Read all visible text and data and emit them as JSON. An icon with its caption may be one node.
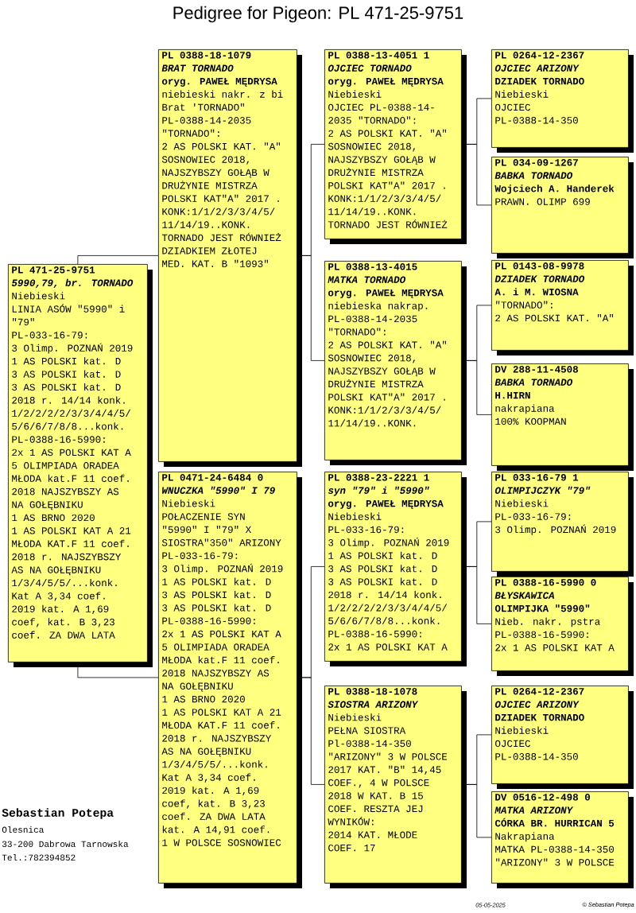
{
  "diagram": {
    "title": "Pedigree for Pigeon: PL 471-25-9751",
    "nodes": [
      {
        "text": [
          "PL 471-25-9751",
          "5990,79, br. TORNADO",
          "Niebieski",
          "LINIA ASÓW \"5990\" i",
          "\"79\"",
          "PL-033-16-79:",
          "3 Olimp. POZNAŃ 2019",
          "1 AS POLSKI kat. D",
          "3 AS POLSKI kat. D",
          "3 AS POLSKI kat. D",
          "2018 r. 14/14 konk.",
          "1/2/2/2/2/3/3/4/4/5/",
          "5/6/6/7/8/8...konk.",
          "PL-0388-16-5990:",
          "2x 1 AS POLSKI KAT A",
          "5 OLIMPIADA ORADEA",
          "MŁODA kat.F 11 coef.",
          "2018 NAJSZYBSZY AS",
          "NA GOŁĘBNIKU",
          "1 AS BRNO 2020",
          "1 AS POLSKI KAT A 21",
          "MŁODA KAT.F 11 coef.",
          "2018 r. NAJSZYBSZY",
          "AS NA GOŁĘBNIKU",
          "1/3/4/5/5/...konk.",
          "Kat A 3,34 coef.",
          "2019 kat. A 1,69",
          "coef, kat. B 3,23",
          "coef. ZA DWA LATA"
        ]
      },
      {
        "text": [
          "PL 0388-18-1079",
          "BRAT TORNADO",
          "**oryg. PAWEŁ MĘDRYSA**",
          "niebieski nakr. z bi",
          "Brat 'TORNADO\"",
          "PL-0388-14-2035",
          "\"TORNADO\":",
          "2 AS POLSKI KAT. \"A\"",
          "SOSNOWIEC 2018,",
          "NAJSZYBSZY GOŁĄB W",
          "DRUŻYNIE MISTRZA",
          "POLSKI KAT\"A\" 2017 .",
          "KONK:1/1/2/3/3/4/5/",
          "11/14/19..KONK.",
          "TORNADO JEST RÓWNIEŻ",
          "DZIADKIEM ZŁOTEJ",
          "MED. KAT. B \"1093\""
        ]
      },
      {
        "text": [
          "PL 0471-24-6484 0",
          "WNUCZKA \"5990\" I 79",
          "Niebieski",
          "POŁACZENIE SYN",
          "\"5990\" I \"79\" X",
          "SIOSTRA\"350\" ARIZONY",
          "PL-033-16-79:",
          "3 Olimp. POZNAŃ 2019",
          "1 AS POLSKI kat. D",
          "3 AS POLSKI kat. D",
          "3 AS POLSKI kat. D",
          "PL-0388-16-5990:",
          "2x 1 AS POLSKI KAT A",
          "5 OLIMPIADA ORADEA",
          "MŁODA kat.F 11 coef.",
          "2018 NAJSZYBSZY AS",
          "NA GOŁĘBNIKU",
          "1 AS BRNO 2020",
          "1 AS POLSKI KAT A 21",
          "MŁODA KAT.F 11 coef.",
          "2018 r. NAJSZYBSZY",
          "AS NA GOŁĘBNIKU",
          "1/3/4/5/5/...konk.",
          "Kat A 3,34 coef.",
          "2019 kat. A 1,69",
          "coef, kat. B 3,23",
          "coef. ZA DWA LATA",
          "kat. A 14,91 coef.",
          "1 W POLSCE SOSNOWIEC"
        ]
      },
      {
        "text": [
          "PL 0388-13-4051 1",
          "OJCIEC TORNADO",
          "**oryg. PAWEŁ MĘDRYSA**",
          "Niebieski",
          "OJCIEC PL-0388-14-",
          "2035 \"TORNADO\":",
          "2 AS POLSKI KAT. \"A\"",
          "SOSNOWIEC 2018,",
          "NAJSZYBSZY GOŁĄB W",
          "DRUŻYNIE MISTRZA",
          "POLSKI KAT\"A\" 2017 .",
          "KONK:1/1/2/3/3/4/5/",
          "11/14/19..KONK.",
          "TORNADO JEST RÓWNIEŻ"
        ]
      },
      {
        "text": [
          "PL 0388-13-4015",
          "MATKA TORNADO",
          "**oryg. PAWEŁ MĘDRYSA**",
          "niebieska nakrap.",
          "PL-0388-14-2035",
          "\"TORNADO\":",
          "2 AS POLSKI KAT. \"A\"",
          "SOSNOWIEC 2018,",
          "NAJSZYBSZY GOŁĄB W",
          "DRUŻYNIE MISTRZA",
          "POLSKI KAT\"A\" 2017 .",
          "KONK:1/1/2/3/3/4/5/",
          "11/14/19..KONK."
        ]
      },
      {
        "text": [
          "PL 0388-23-2221 1",
          "syn \"79\" i \"5990\"",
          "**oryg. PAWEŁ MĘDRYSA**",
          "Niebieski",
          "PL-033-16-79:",
          "3 Olimp. POZNAŃ 2019",
          "1 AS POLSKI kat. D",
          "3 AS POLSKI kat. D",
          "3 AS POLSKI kat. D",
          "2018 r. 14/14 konk.",
          "1/2/2/2/2/3/3/4/4/5/",
          "5/6/6/7/8/8...konk.",
          "PL-0388-16-5990:",
          "2x 1 AS POLSKI KAT A"
        ]
      },
      {
        "text": [
          "PL 0388-18-1078",
          "SIOSTRA ARIZONY",
          "Niebieski",
          "PEŁNA SIOSTRA",
          "Pl-0388-14-350",
          "\"ARIZONY\" 3 W POLSCE",
          "2017 KAT. \"B\" 14,45",
          "COEF., 4 W POLSCE",
          "2018 W KAT. B 15",
          "COEF. RESZTA JEJ",
          "WYNIKÓW:",
          "2014 KAT. MŁODE",
          "COEF. 17"
        ]
      },
      {
        "text": [
          "PL 0264-12-2367",
          "OJCIEC ARIZONY",
          "**DZIADEK TORNADO**",
          "Niebieski",
          "OJCIEC",
          "PL-0388-14-350"
        ]
      },
      {
        "text": [
          "PL 034-09-1267",
          "BABKA TORNADO",
          "**Wojciech A. Handerek**",
          "PRAWN. OLIMP 699"
        ]
      },
      {
        "text": [
          "PL 0143-08-9978",
          "DZIADEK TORNADO",
          "**A. i M. WIOSNA**",
          "\"TORNADO\":",
          "2 AS POLSKI KAT. \"A\""
        ]
      },
      {
        "text": [
          "DV 288-11-4508",
          "BABKA TORNADO",
          "**H.HIRN**",
          "nakrapiana",
          "100% KOOPMAN"
        ]
      },
      {
        "text": [
          "PL 033-16-79 1",
          "OLIMPIJCZYK \"79\"",
          "Niebieski",
          "PL-033-16-79:",
          "3 Olimp. POZNAŃ 2019"
        ]
      },
      {
        "text": [
          "PL 0388-16-5990 0",
          "BŁYSKAWICA",
          "**OLIMPIJKA \"5990\"**",
          "Nieb. nakr. pstra",
          "PL-0388-16-5990:",
          "2x 1 AS POLSKI KAT A"
        ]
      },
      {
        "text": [
          "PL 0264-12-2367",
          "OJCIEC ARIZONY",
          "**DZIADEK TORNADO**",
          "Niebieski",
          "OJCIEC",
          "PL-0388-14-350"
        ]
      },
      {
        "text": [
          "DV 0516-12-498 0",
          "MATKA ARIZONY",
          "**CÓRKA BR. HURRICAN 5**",
          "Nakrapiana",
          "MATKA PL-0388-14-350",
          "\"ARIZONY\" 3 W POLSCE"
        ]
      }
    ],
    "edges": [
      {
        "from": 0,
        "to": 1,
        "arrow": "none"
      },
      {
        "from": 0,
        "to": 2,
        "arrow": "none"
      },
      {
        "from": 1,
        "to": 3,
        "arrow": "none"
      },
      {
        "from": 1,
        "to": 4,
        "arrow": "none"
      },
      {
        "from": 2,
        "to": 5,
        "arrow": "none"
      },
      {
        "from": 2,
        "to": 6,
        "arrow": "none"
      },
      {
        "from": 3,
        "to": 7,
        "arrow": "none"
      },
      {
        "from": 3,
        "to": 8,
        "arrow": "none"
      },
      {
        "from": 4,
        "to": 9,
        "arrow": "none"
      },
      {
        "from": 4,
        "to": 10,
        "arrow": "none"
      },
      {
        "from": 5,
        "to": 11,
        "arrow": "none"
      },
      {
        "from": 5,
        "to": 12,
        "arrow": "none"
      },
      {
        "from": 6,
        "to": 13,
        "arrow": "none"
      },
      {
        "from": 6,
        "to": 14,
        "arrow": "none"
      }
    ],
    "labels": [
      "Sebastian Potepa",
      "Olesnica",
      "33-200 Dabrowa Tarnowska",
      "Tel.:782394852",
      "05-05-2025",
      "© Sebastian Potepa"
    ]
  }
}
